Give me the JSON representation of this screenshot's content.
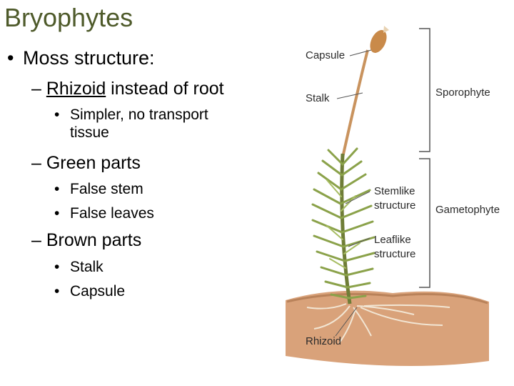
{
  "slide": {
    "title": "Bryophytes",
    "bullet1": "Moss structure:",
    "sub_rhizoid_word": "Rhizoid",
    "sub_rhizoid_rest": " instead of root",
    "sub_rhizoid_detail_line1": "Simpler, no transport",
    "sub_rhizoid_detail_line2": "tissue",
    "sub_green": "Green parts",
    "green_items": [
      "False stem",
      "False leaves"
    ],
    "sub_brown": "Brown parts",
    "brown_items": [
      "Stalk",
      "Capsule"
    ]
  },
  "diagram": {
    "labels": {
      "capsule": "Capsule",
      "stalk": "Stalk",
      "sporophyte": "Sporophyte",
      "stemlike_1": "Stemlike",
      "stemlike_2": "structure",
      "gametophyte": "Gametophyte",
      "leaflike_1": "Leaflike",
      "leaflike_2": "structure",
      "rhizoid": "Rhizoid"
    },
    "colors": {
      "soil": "#d9a27a",
      "leaf": "#8ba24a",
      "stalk": "#c9935e",
      "capsule": "#c98a4a"
    }
  }
}
